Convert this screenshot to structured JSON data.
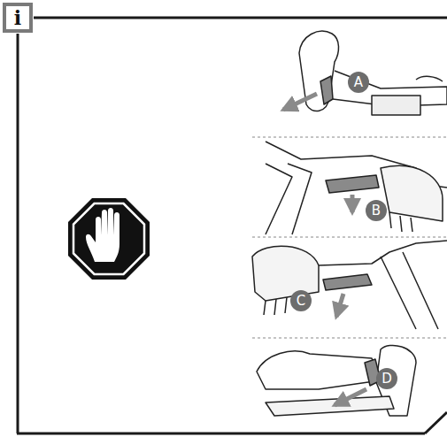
{
  "diagram": {
    "nodes": [
      {
        "text": [
          "i"
        ]
      }
    ],
    "labels": [
      "A",
      "B",
      "C",
      "D"
    ]
  }
}
